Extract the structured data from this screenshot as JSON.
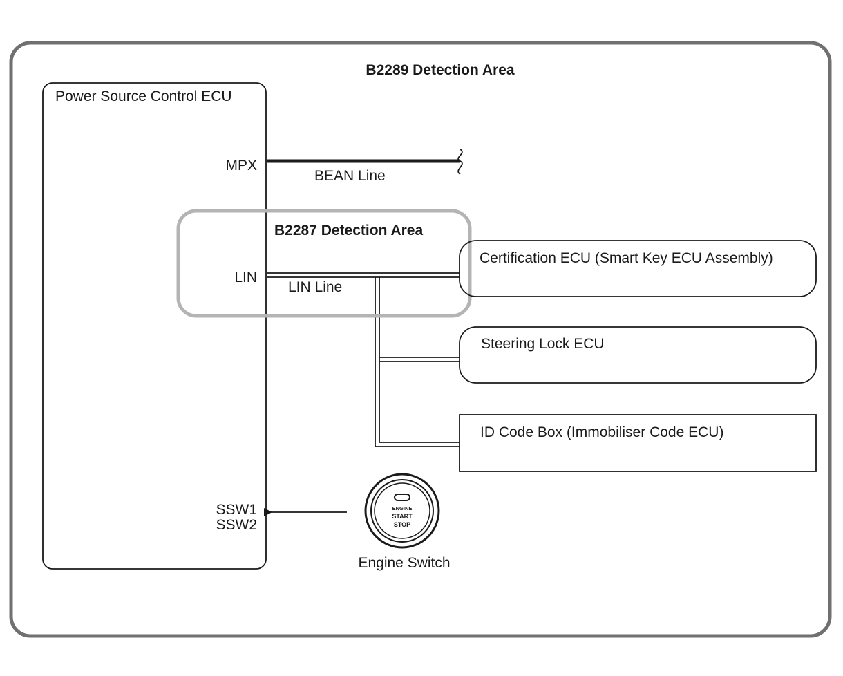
{
  "outer_area": {
    "title": "B2289 Detection Area"
  },
  "power_source_ecu": {
    "title": "Power Source Control ECU",
    "pins": {
      "mpx": "MPX",
      "lin": "LIN",
      "ssw1": "SSW1",
      "ssw2": "SSW2"
    }
  },
  "bean_line": {
    "label": "BEAN Line"
  },
  "inner_area": {
    "title": "B2287 Detection Area"
  },
  "lin_line": {
    "label": "LIN Line"
  },
  "ecus": {
    "certification": "Certification ECU (Smart Key ECU Assembly)",
    "steering_lock": "Steering Lock ECU",
    "id_code_box": "ID Code Box (Immobiliser Code ECU)"
  },
  "engine_switch": {
    "label": "Engine Switch",
    "button_text": {
      "line1": "ENGINE",
      "line2": "START",
      "line3": "STOP"
    }
  },
  "colors": {
    "area_border": "#707070",
    "inner_area_border": "#b4b4b4",
    "line": "#1a1a1a"
  }
}
